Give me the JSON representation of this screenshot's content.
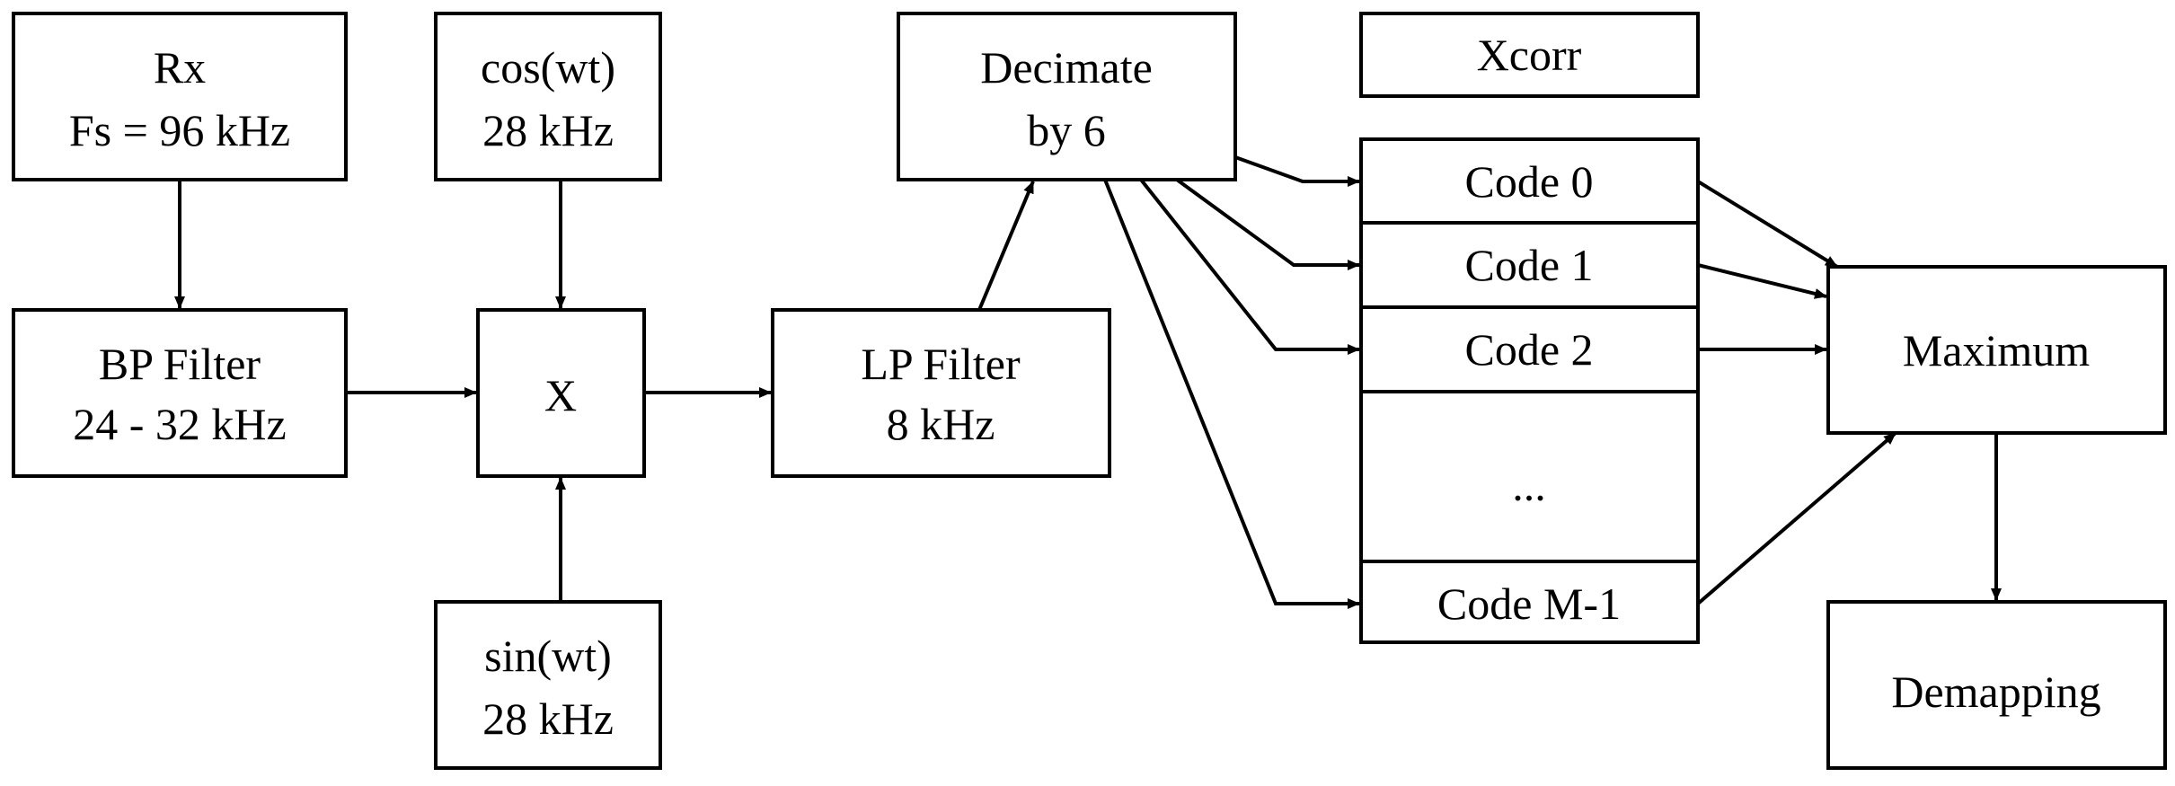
{
  "blocks": {
    "rx": {
      "line1": "Rx",
      "line2": "Fs = 96 kHz"
    },
    "cos": {
      "line1": "cos(wt)",
      "line2": "28 kHz"
    },
    "sin": {
      "line1": "sin(wt)",
      "line2": "28 kHz"
    },
    "bp_filter": {
      "line1": "BP Filter",
      "line2": "24 - 32 kHz"
    },
    "mixer": {
      "label": "X"
    },
    "lp_filter": {
      "line1": "LP Filter",
      "line2": "8 kHz"
    },
    "decimate": {
      "line1": "Decimate",
      "line2": "by 6"
    },
    "xcorr": {
      "label": "Xcorr"
    },
    "codes": [
      "Code 0",
      "Code 1",
      "Code 2",
      "...",
      "Code M-1"
    ],
    "maximum": {
      "label": "Maximum"
    },
    "demapping": {
      "label": "Demapping"
    }
  },
  "colors": {
    "stroke": "#000000",
    "fill": "#ffffff"
  }
}
